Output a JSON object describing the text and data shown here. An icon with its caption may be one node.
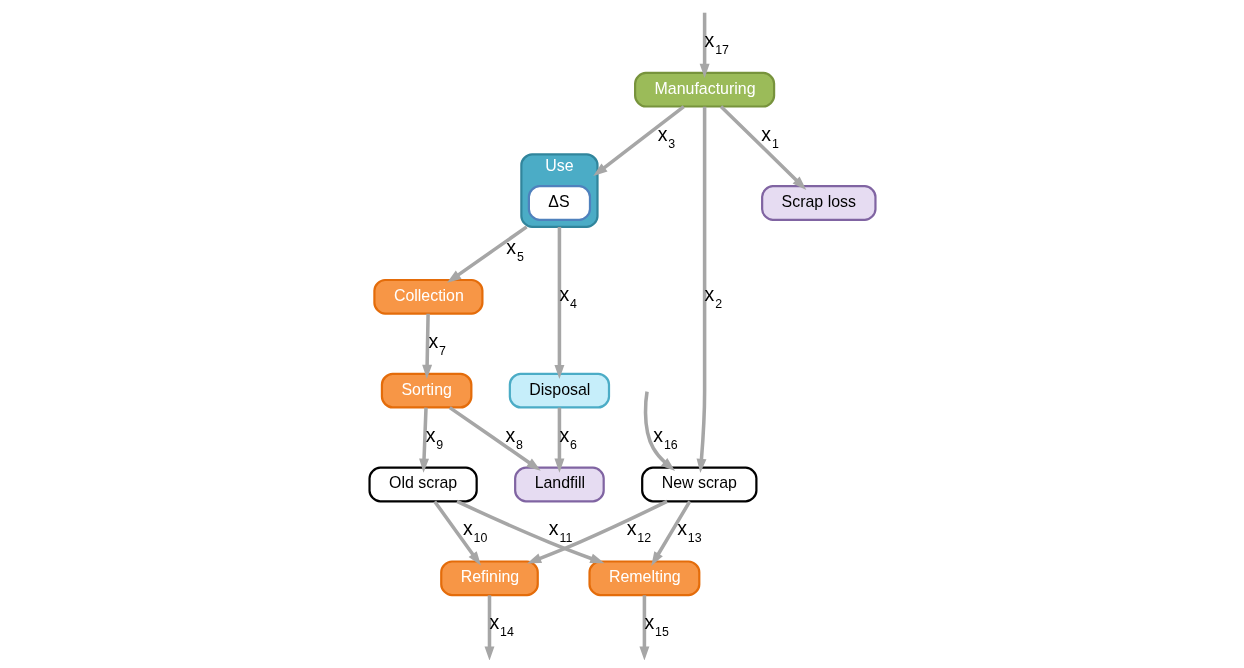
{
  "diagram": {
    "nodes": [
      {
        "text": [
          "Manufacturing"
        ]
      },
      {
        "text": [
          "Use"
        ]
      },
      {
        "text": [
          "ΔS"
        ],
        "in": 1
      },
      {
        "text": [
          "Disposal"
        ]
      },
      {
        "text": [
          "Collection"
        ]
      },
      {
        "text": [
          "Sorting"
        ]
      },
      {
        "text": [
          "Old scrap"
        ]
      },
      {
        "text": [
          "Refining"
        ]
      },
      {
        "text": [
          "New scrap"
        ]
      },
      {
        "text": [
          "Remelting"
        ]
      },
      {
        "text": [
          "Scrap loss"
        ]
      },
      {
        "text": [
          "Landfill"
        ]
      }
    ],
    "edges": [
      {
        "from": 0,
        "to": 10,
        "arrow": "to",
        "label": "x$_{1}$"
      },
      {
        "from": 0,
        "to": 8,
        "arrow": "to",
        "label": "x$_{2}$"
      },
      {
        "from": 0,
        "to": 1,
        "arrow": "to",
        "label": "x$_{3}$"
      },
      {
        "from": 1,
        "to": 3,
        "arrow": "to",
        "label": "x$_{4}$"
      },
      {
        "from": 1,
        "to": 4,
        "arrow": "to",
        "label": "x$_{5}$"
      },
      {
        "from": 3,
        "to": 11,
        "arrow": "to",
        "label": "x$_{6}$"
      },
      {
        "from": 4,
        "to": 5,
        "arrow": "to",
        "label": "x$_{7}$"
      },
      {
        "from": 5,
        "to": 11,
        "arrow": "to",
        "label": "x$_{8}$"
      },
      {
        "from": 5,
        "to": 6,
        "arrow": "to",
        "label": "x$_{9}$"
      },
      {
        "from": 6,
        "to": 7,
        "arrow": "to",
        "label": "x$_{10}$"
      },
      {
        "from": 6,
        "to": 9,
        "arrow": "to",
        "label": "x$_{11}$"
      },
      {
        "from": 8,
        "to": 7,
        "arrow": "to",
        "label": "x$_{12}$"
      },
      {
        "from": 8,
        "to": 9,
        "arrow": "to",
        "label": "x$_{13}$"
      },
      {
        "from": 7,
        "to": null,
        "arrow": "to",
        "label": "x$_{14}$"
      },
      {
        "from": 9,
        "to": null,
        "arrow": "to",
        "label": "x$_{15}$"
      },
      {
        "from": null,
        "to": 8,
        "arrow": "to",
        "label": "x$_{16}$"
      },
      {
        "from": null,
        "to": 0,
        "arrow": "to",
        "label": "x$_{17}$"
      }
    ]
  }
}
